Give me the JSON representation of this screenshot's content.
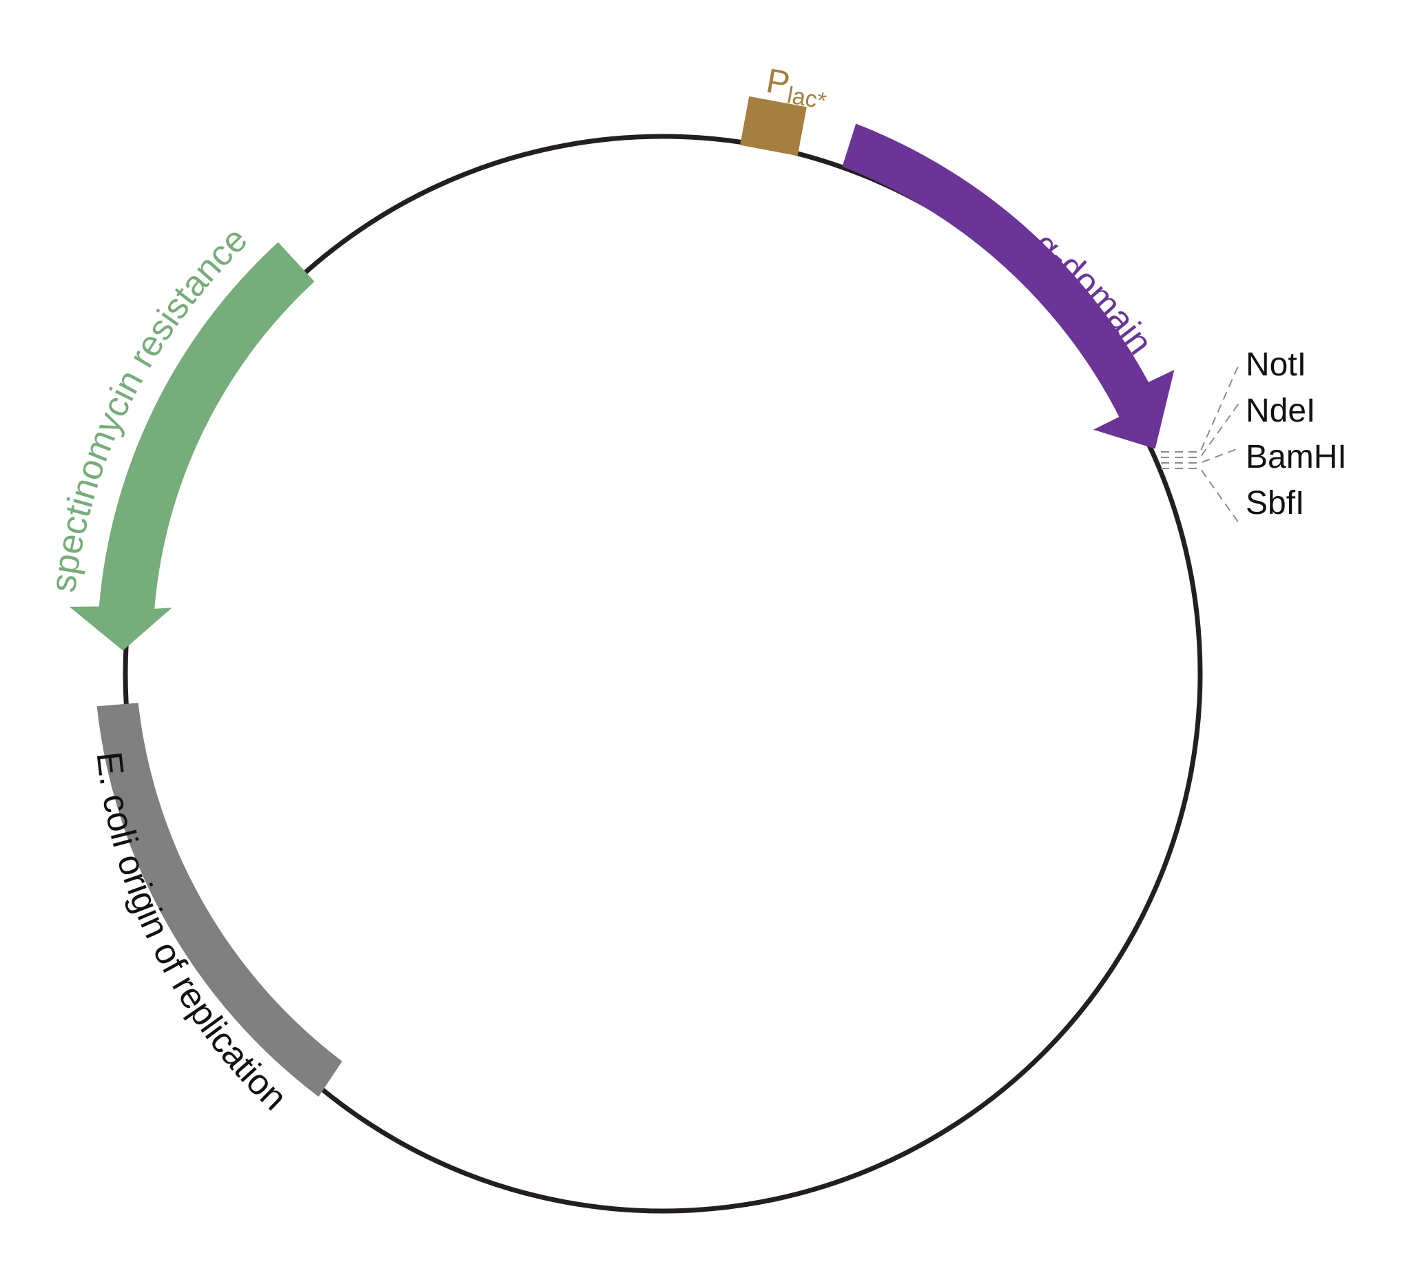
{
  "backbone": {
    "color": "#231f20"
  },
  "features": {
    "promoter": {
      "label_main": "P",
      "label_sub": "lac*",
      "color": "#a57f3f"
    },
    "alpha_domain": {
      "label": "α-domain",
      "color": "#6a3597"
    },
    "spectinomycin": {
      "label": "spectinomycin resistance",
      "color": "#76ad7a"
    },
    "origin": {
      "label": "E. coli origin of replication",
      "color": "#808080",
      "label_color": "#111111"
    }
  },
  "restriction_sites": [
    "NotI",
    "NdeI",
    "BamHI",
    "SbfI"
  ],
  "icons": {
    "alpha_domain_arrow": "arrow-clockwise-icon",
    "spectinomycin_arrow": "arrow-counterclockwise-icon"
  }
}
